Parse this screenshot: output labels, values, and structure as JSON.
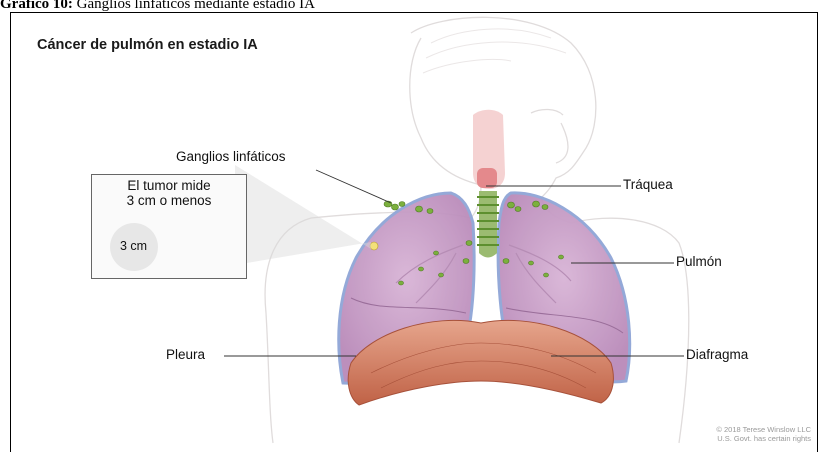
{
  "caption": {
    "label": "Gráfico 10:",
    "text": " Ganglios linfáticos mediante estadio IA"
  },
  "title": "Cáncer de pulmón en estadio IA",
  "labels": {
    "ganglios": "Ganglios linfáticos",
    "traquea": "Tráquea",
    "pulmon": "Pulmón",
    "pleura": "Pleura",
    "diafragma": "Diafragma"
  },
  "inset": {
    "line1": "El tumor mide",
    "line2": "3 cm o menos",
    "size": "3 cm"
  },
  "copyright": {
    "line1": "© 2018 Terese Winslow LLC",
    "line2": "U.S. Govt. has certain rights"
  },
  "colors": {
    "lung": "#c79bc6",
    "diaphragm": "#c9725a",
    "node": "#7bb03d",
    "trachea": "#d98b8f"
  }
}
